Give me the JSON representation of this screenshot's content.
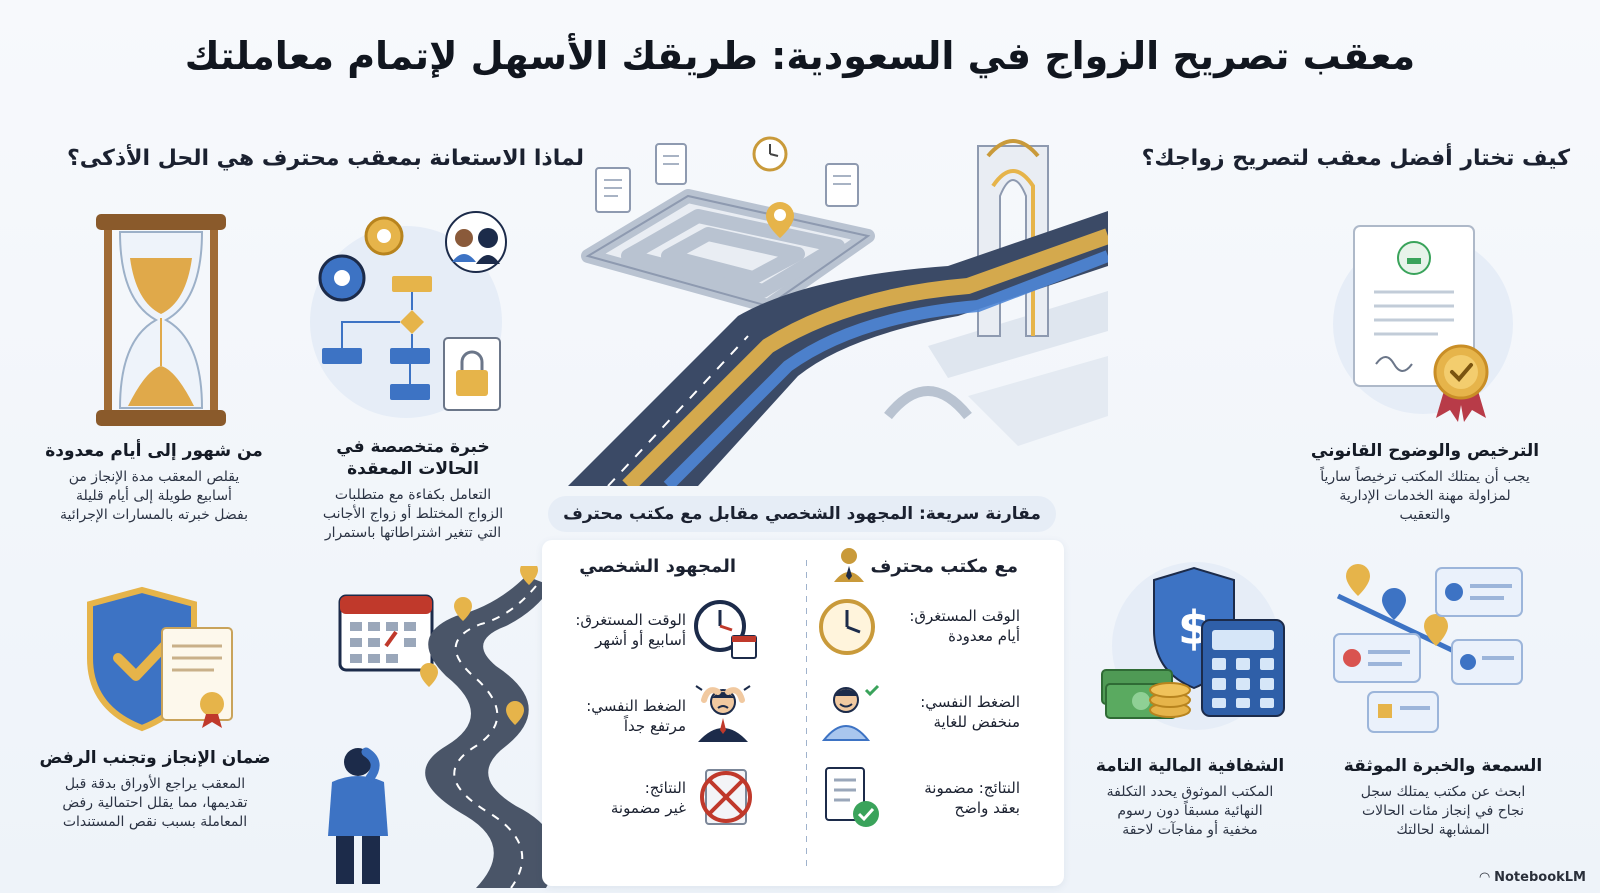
{
  "title": "معقب تصريح الزواج في السعودية: طريقك الأسهل لإتمام معاملتك",
  "right_section": {
    "heading": "كيف تختار أفضل معقب لتصريح زواجك؟",
    "cards": [
      {
        "title": "الترخيص والوضوح القانوني",
        "desc": [
          "يجب أن يمتلك المكتب ترخيصاً سارياً",
          "لمزاولة مهنة الخدمات الإدارية",
          "والتعقيب"
        ]
      },
      {
        "title": "السمعة والخبرة الموثقة",
        "desc": [
          "ابحث عن مكتب يمتلك سجل",
          "نجاح في إنجاز مئات الحالات",
          "المشابهة لحالتك"
        ]
      },
      {
        "title": "الشفافية المالية التامة",
        "desc": [
          "المكتب الموثوق يحدد التكلفة",
          "النهائية مسبقاً دون رسوم",
          "مخفية أو مفاجآت لاحقة"
        ]
      }
    ]
  },
  "left_section": {
    "heading": "لماذا الاستعانة بمعقب محترف هي الحل الأذكى؟",
    "cards": [
      {
        "title": "من شهور إلى أيام معدودة",
        "desc": [
          "يقلص المعقب مدة الإنجاز من",
          "أسابيع طويلة إلى أيام قليلة",
          "بفضل خبرته بالمسارات الإجرائية"
        ]
      },
      {
        "title": [
          "خبرة متخصصة في",
          "الحالات المعقدة"
        ],
        "desc": [
          "التعامل بكفاءة مع متطلبات",
          "الزواج المختلط أو زواج الأجانب",
          "التي تتغير اشتراطاتها باستمرار"
        ]
      },
      {
        "title": "ضمان الإنجاز وتجنب الرفض",
        "desc": [
          "المعقب يراجع الأوراق بدقة قبل",
          "تقديمها، مما يقلل احتمالية رفض",
          "المعاملة بسبب نقص المستندات"
        ]
      }
    ]
  },
  "comparison": {
    "heading": "مقارنة سريعة: المجهود الشخصي مقابل مع مكتب محترف",
    "pro": {
      "title": "مع مكتب محترف",
      "rows": [
        {
          "label": "الوقت المستغرق:",
          "value": "أيام معدودة"
        },
        {
          "label": "الضغط النفسي:",
          "value": "منخفض للغاية"
        },
        {
          "label": "النتائج: مضمونة",
          "value": "بعقد واضح"
        }
      ]
    },
    "personal": {
      "title": "المجهود الشخصي",
      "rows": [
        {
          "label": "الوقت المستغرق:",
          "value": "أسابيع أو أشهر"
        },
        {
          "label": "الضغط النفسي:",
          "value": "مرتفع جداً"
        },
        {
          "label": "النتائج:",
          "value": "غير مضمونة"
        }
      ]
    }
  },
  "brand": "NotebookLM",
  "colors": {
    "blue": "#3d73c4",
    "gold": "#e6b44a",
    "navy": "#1c2b4a",
    "red": "#c0392b",
    "green": "#3aa35b"
  }
}
